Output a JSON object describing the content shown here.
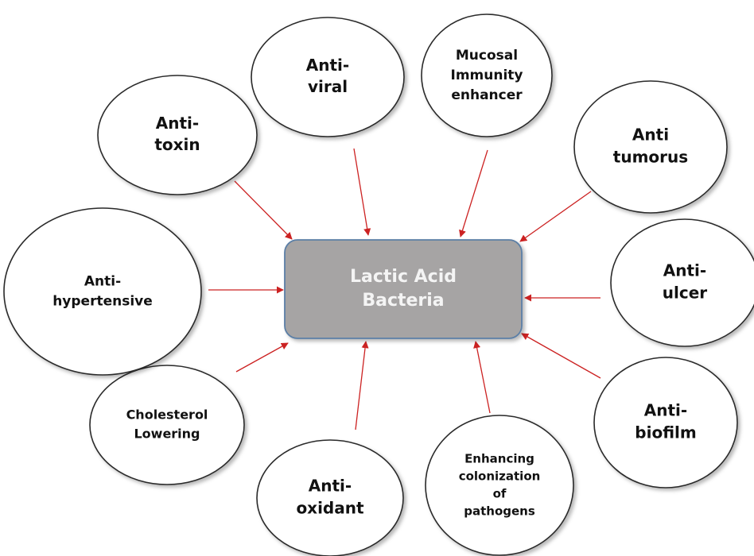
{
  "center": {
    "lines": [
      "Lactic Acid",
      "Bacteria"
    ],
    "fill": "#a6a4a4",
    "border": "#5b7fa6",
    "text_color": "#f4f4f4"
  },
  "connector_color": "#cc2222",
  "bubbles": [
    {
      "id": "anti-toxin",
      "lines": [
        "Anti-",
        "toxin"
      ]
    },
    {
      "id": "anti-viral",
      "lines": [
        "Anti-",
        "viral"
      ]
    },
    {
      "id": "mucosal-immunity-enhancer",
      "lines": [
        "Mucosal",
        "Immunity",
        "enhancer"
      ]
    },
    {
      "id": "anti-tumorus",
      "lines": [
        "Anti",
        "tumorus"
      ]
    },
    {
      "id": "anti-ulcer",
      "lines": [
        "Anti-",
        "ulcer"
      ]
    },
    {
      "id": "anti-biofilm",
      "lines": [
        "Anti-",
        "biofilm"
      ]
    },
    {
      "id": "enhancing-colonization-of-pathogens",
      "lines": [
        "Enhancing",
        "colonization",
        "of",
        "pathogens"
      ]
    },
    {
      "id": "anti-oxidant",
      "lines": [
        "Anti-",
        "oxidant"
      ]
    },
    {
      "id": "cholesterol-lowering",
      "lines": [
        "Cholesterol",
        "Lowering"
      ]
    },
    {
      "id": "anti-hypertensive",
      "lines": [
        "Anti-",
        "hypertensive"
      ]
    }
  ]
}
